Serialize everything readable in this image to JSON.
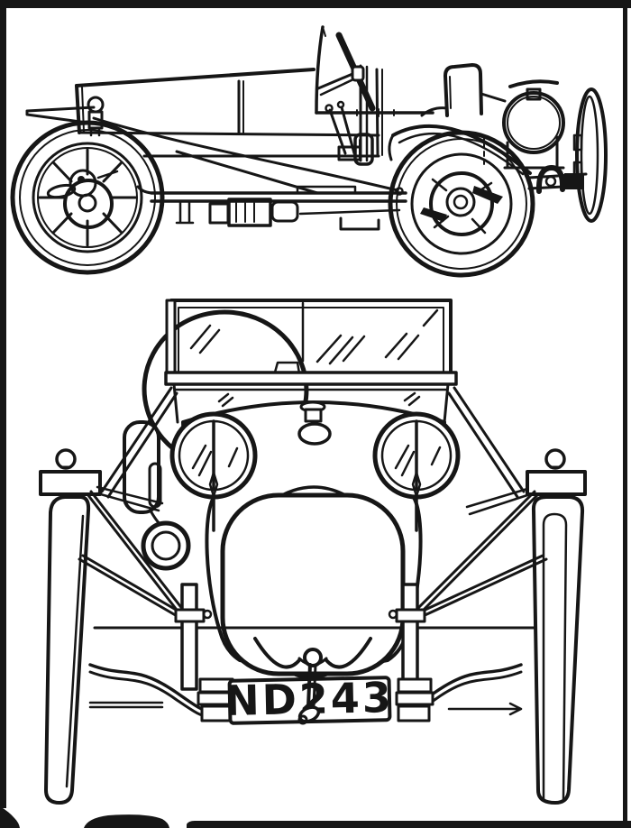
{
  "artwork": {
    "license_plate": "ND243",
    "subject": "vintage-car-line-drawing",
    "views": {
      "top": "side-profile",
      "bottom": "front"
    }
  },
  "colors": {
    "ink": "#161616",
    "paper": "#ffffff"
  }
}
